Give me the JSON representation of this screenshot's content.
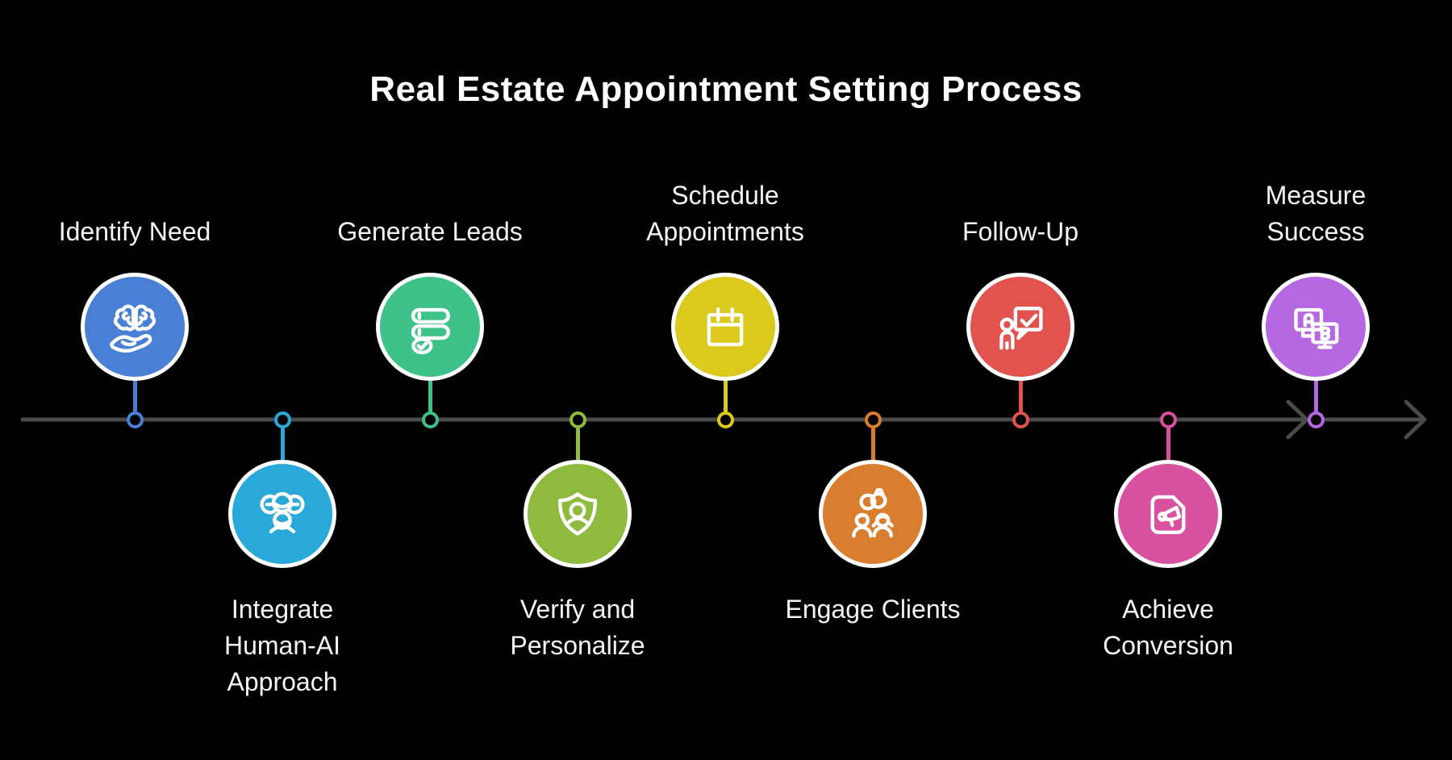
{
  "title": "Real Estate Appointment Setting Process",
  "colors": {
    "background": "#000000",
    "timeline_axis": "#4a4a4a",
    "title_text": "#ffffff",
    "label_text": "#f5f5f5",
    "circle_border": "#ffffff",
    "icon_stroke": "#ffffff"
  },
  "timeline": {
    "orientation": "horizontal",
    "arrow_direction": "right",
    "step_count": 9
  },
  "steps": [
    {
      "label": "Identify Need",
      "lines": [
        "Identify Need"
      ],
      "position": "above",
      "color": "#4a7fd6",
      "icon": "brain-in-hand-icon"
    },
    {
      "label": "Integrate Human-AI Approach",
      "lines": [
        "Integrate",
        "Human-AI",
        "Approach"
      ],
      "position": "below",
      "color": "#29a9d9",
      "icon": "human-ai-group-icon"
    },
    {
      "label": "Generate Leads",
      "lines": [
        "Generate Leads"
      ],
      "position": "above",
      "color": "#3fc289",
      "icon": "lead-database-check-icon"
    },
    {
      "label": "Verify and Personalize",
      "lines": [
        "Verify and",
        "Personalize"
      ],
      "position": "below",
      "color": "#8eba3d",
      "icon": "shield-person-icon"
    },
    {
      "label": "Schedule Appointments",
      "lines": [
        "Schedule",
        "Appointments"
      ],
      "position": "above",
      "color": "#dcc91e",
      "icon": "calendar-icon"
    },
    {
      "label": "Engage Clients",
      "lines": [
        "Engage Clients"
      ],
      "position": "below",
      "color": "#d97e2e",
      "icon": "clients-couple-rings-icon"
    },
    {
      "label": "Follow-Up",
      "lines": [
        "Follow-Up"
      ],
      "position": "above",
      "color": "#e0534e",
      "icon": "person-chat-check-icon"
    },
    {
      "label": "Achieve Conversion",
      "lines": [
        "Achieve",
        "Conversion"
      ],
      "position": "below",
      "color": "#d8519e",
      "icon": "megaphone-document-icon"
    },
    {
      "label": "Measure Success",
      "lines": [
        "Measure",
        "Success"
      ],
      "position": "above",
      "color": "#b568e2",
      "icon": "ab-test-icon"
    }
  ]
}
